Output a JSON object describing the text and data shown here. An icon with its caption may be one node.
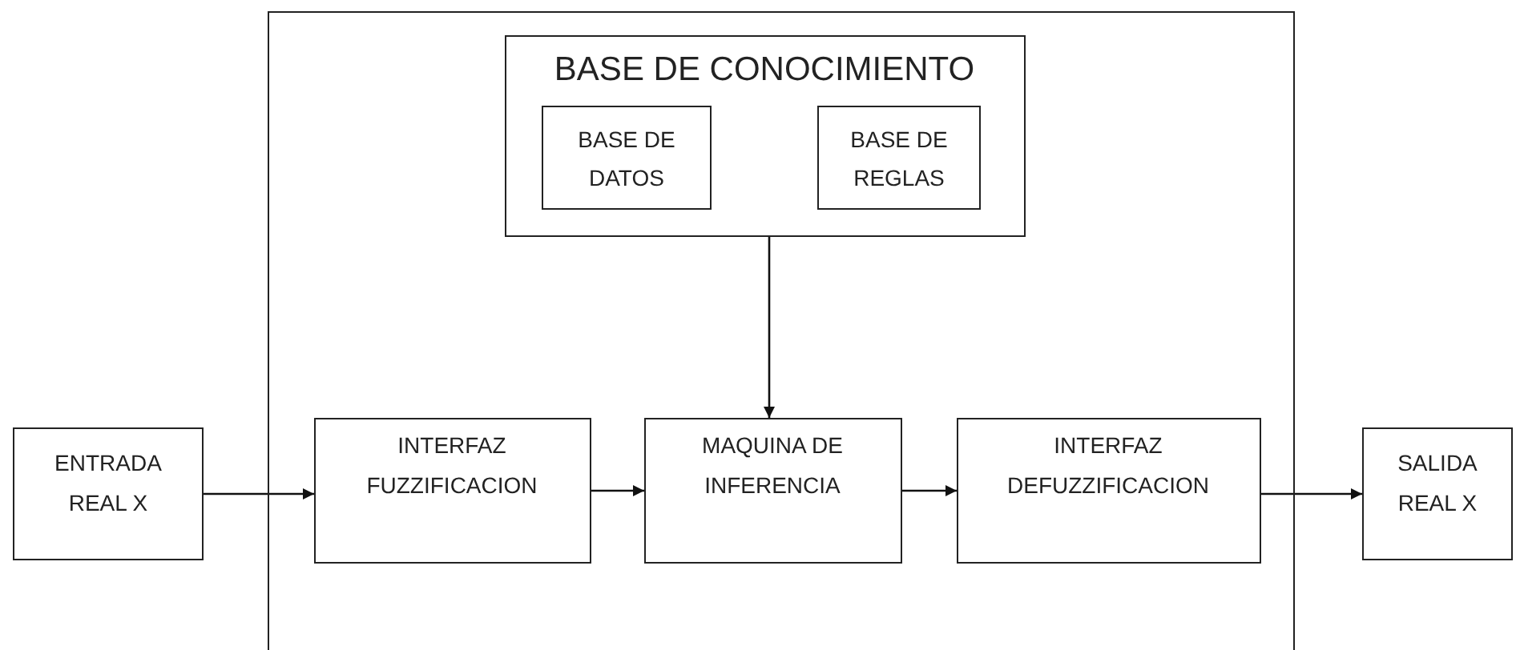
{
  "diagram": {
    "nodes": [
      {
        "text": [],
        "shape": "box"
      },
      {
        "text": [
          "BASE DE CONOCIMIENTO"
        ],
        "in": 0
      },
      {
        "text": [
          "BASE DE DATOS"
        ],
        "in": 1
      },
      {
        "text": [
          "BASE DE REGLAS"
        ],
        "in": 1
      },
      {
        "text": [
          "ENTRADA REAL X"
        ]
      },
      {
        "text": [
          "INTERFAZ FUZZIFICACION"
        ],
        "in": 0
      },
      {
        "text": [
          "MAQUINA DE INFERENCIA"
        ],
        "in": 0
      },
      {
        "text": [
          "INTERFAZ DEFUZZIFICACION"
        ],
        "in": 0
      },
      {
        "text": [
          "SALIDA REAL X"
        ]
      }
    ],
    "edges": [
      {
        "from": 1,
        "to": 6,
        "arrow": "to"
      },
      {
        "from": 4,
        "to": 5,
        "arrow": "to"
      },
      {
        "from": 5,
        "to": 6,
        "arrow": "to"
      },
      {
        "from": 6,
        "to": 7,
        "arrow": "to"
      },
      {
        "from": 7,
        "to": 8,
        "arrow": "to"
      }
    ]
  }
}
